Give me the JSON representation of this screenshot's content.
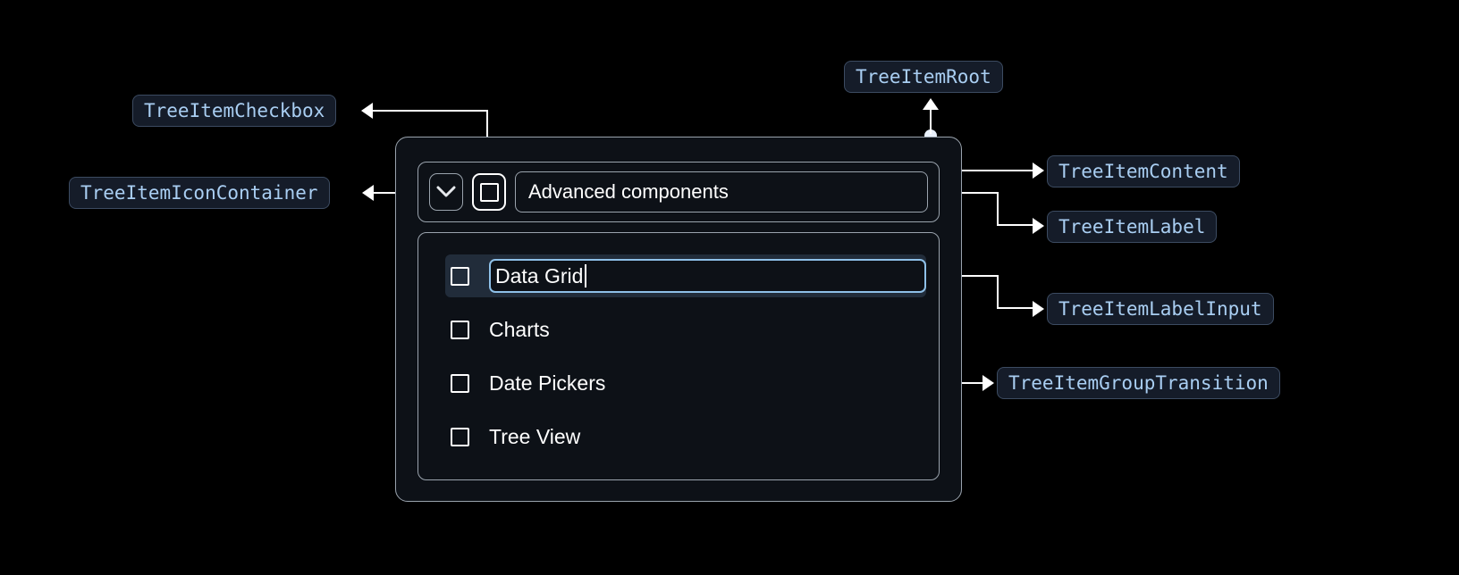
{
  "annotations": {
    "tree_item_root": "TreeItemRoot",
    "tree_item_checkbox": "TreeItemCheckbox",
    "tree_item_icon_container": "TreeItemIconContainer",
    "tree_item_content": "TreeItemContent",
    "tree_item_label": "TreeItemLabel",
    "tree_item_label_input": "TreeItemLabelInput",
    "tree_item_group_transition": "TreeItemGroupTransition"
  },
  "tree": {
    "root_label": "Advanced components",
    "expand_icon": "chevron-down-icon",
    "root_checkbox_checked": false,
    "children": [
      {
        "label": "Data Grid",
        "editing": true,
        "checked": false
      },
      {
        "label": "Charts",
        "editing": false,
        "checked": false
      },
      {
        "label": "Date Pickers",
        "editing": false,
        "checked": false
      },
      {
        "label": "Tree View",
        "editing": false,
        "checked": false
      }
    ]
  },
  "colors": {
    "background": "#000000",
    "surface": "#0d1117",
    "border": "#9aa3ad",
    "chip_bg": "#151c29",
    "chip_border": "#3c4b61",
    "chip_text": "#a9cef2",
    "accent_input_border": "#8ec0e8",
    "selected_row_bg": "#212c3a",
    "connector": "#ffffff"
  }
}
